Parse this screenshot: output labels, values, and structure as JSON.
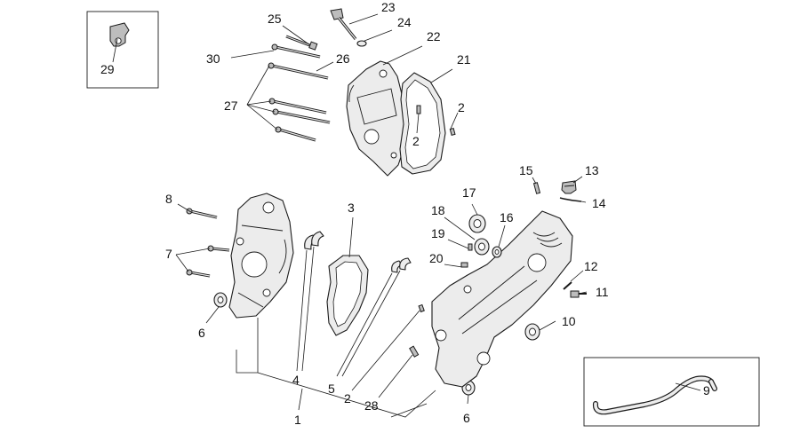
{
  "callouts": {
    "c1": "1",
    "c2a": "2",
    "c2b": "2",
    "c2c": "2",
    "c3": "3",
    "c4": "4",
    "c5": "5",
    "c6a": "6",
    "c6b": "6",
    "c7": "7",
    "c8": "8",
    "c9": "9",
    "c10": "10",
    "c11": "11",
    "c12": "12",
    "c13": "13",
    "c14": "14",
    "c15": "15",
    "c16": "16",
    "c17": "17",
    "c18": "18",
    "c19": "19",
    "c20": "20",
    "c21": "21",
    "c22": "22",
    "c23": "23",
    "c24": "24",
    "c25": "25",
    "c26": "26",
    "c27": "27",
    "c28": "28",
    "c29": "29",
    "c30": "30"
  }
}
